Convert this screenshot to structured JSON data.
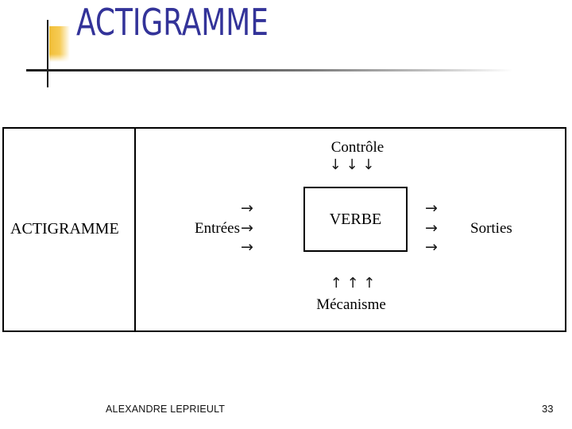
{
  "slide": {
    "title": "ACTIGRAMME",
    "footer": {
      "author": "ALEXANDRE LEPRIEULT",
      "page_number": "33"
    },
    "colors": {
      "title_text": "#333399",
      "accent_square": "#F5C33C",
      "line": "#000000"
    }
  },
  "diagram": {
    "row_label": "ACTIGRAMME",
    "control": {
      "label": "Contrôle",
      "arrows": "↓ ↓ ↓"
    },
    "inputs": {
      "label": "Entrées",
      "arrow": "→"
    },
    "process": {
      "label": "VERBE"
    },
    "outputs": {
      "label": "Sorties",
      "arrow": "→"
    },
    "mechanism": {
      "label": "Mécanisme",
      "arrows": "↑ ↑ ↑"
    }
  }
}
